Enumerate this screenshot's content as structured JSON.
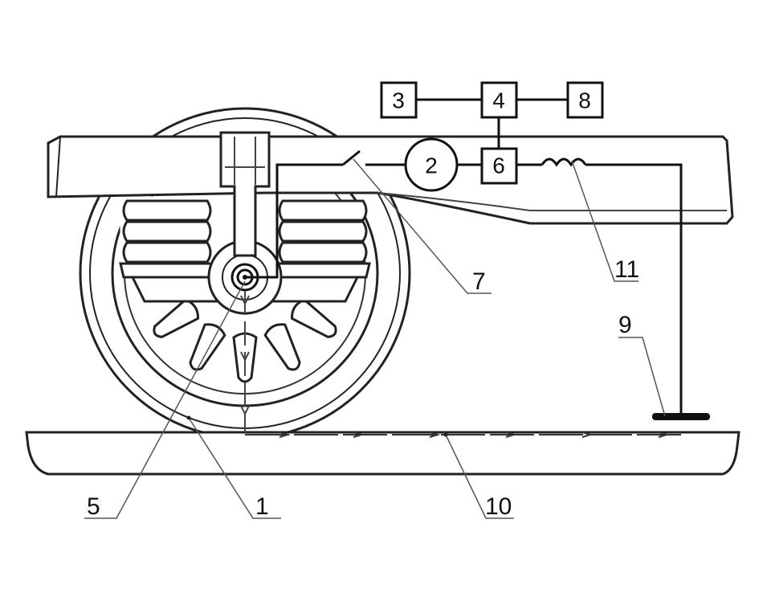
{
  "blocks": {
    "b3": "3",
    "b4": "4",
    "b8": "8",
    "b6": "6",
    "b2": "2"
  },
  "callouts": {
    "c1": "1",
    "c5": "5",
    "c7": "7",
    "c9": "9",
    "c10": "10",
    "c11": "11"
  },
  "colors": {
    "line": "#111111",
    "thin": "#444444",
    "background": "#ffffff"
  }
}
